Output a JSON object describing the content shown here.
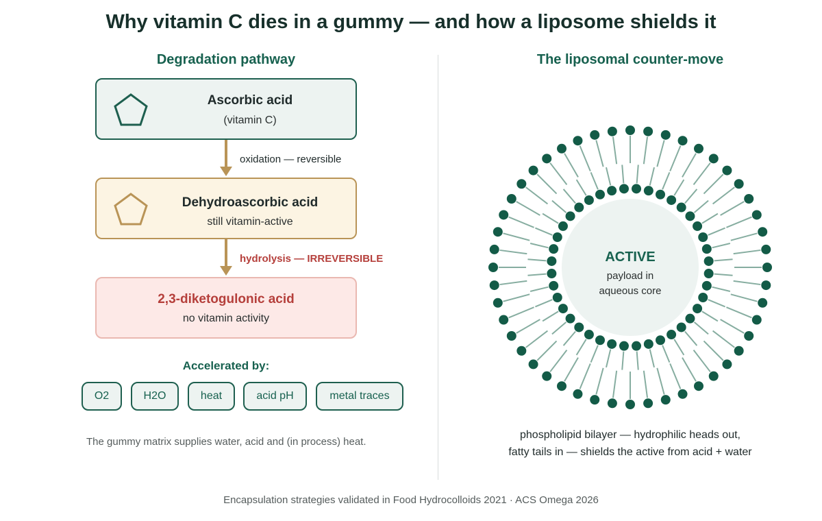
{
  "title": "Why vitamin C dies in a gummy — and how a liposome shields it",
  "left": {
    "heading": "Degradation pathway",
    "boxes": [
      {
        "name": "Ascorbic acid",
        "sub": "(vitamin C)",
        "icon": "pentagon-icon"
      },
      {
        "name": "Dehydroascorbic acid",
        "sub": "still vitamin-active",
        "icon": "pentagon-icon"
      },
      {
        "name": "2,3-diketogulonic acid",
        "sub": "no vitamin activity"
      }
    ],
    "steps": [
      {
        "label": "oxidation — reversible"
      },
      {
        "label": "hydrolysis — IRREVERSIBLE"
      }
    ],
    "accelerated_heading": "Accelerated by:",
    "accelerators": [
      "O2",
      "H2O",
      "heat",
      "acid pH",
      "metal traces"
    ],
    "note": "The gummy matrix supplies water, acid and (in process) heat."
  },
  "right": {
    "heading": "The liposomal counter-move",
    "core": {
      "title": "ACTIVE",
      "line1": "payload in",
      "line2": "aqueous core"
    },
    "caption_line1": "phospholipid bilayer — hydrophilic heads out,",
    "caption_line2": "fatty tails in — shields the active from acid + water"
  },
  "footer": "Encapsulation strategies validated in Food Hydrocolloids 2021 · ACS Omega 2026",
  "colors": {
    "accent_green": "#17614f",
    "head_green": "#135b47",
    "tail_green": "#86ada0",
    "gold": "#b99457",
    "red": "#b53f3b",
    "core_fill": "#edf3f1"
  }
}
